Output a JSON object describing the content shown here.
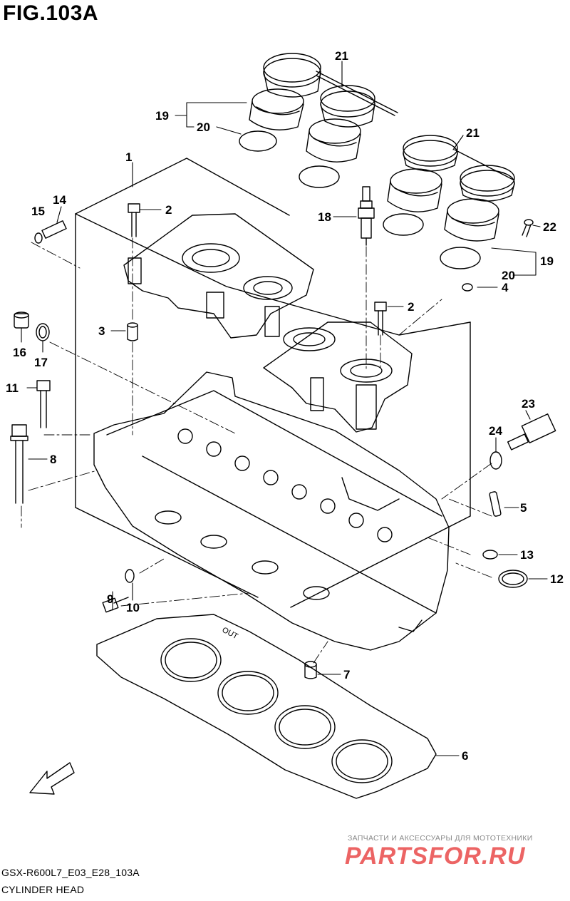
{
  "title": "FIG.103A",
  "part_labels": [
    "1",
    "2",
    "2",
    "3",
    "4",
    "5",
    "6",
    "7",
    "8",
    "9",
    "10",
    "11",
    "12",
    "13",
    "14",
    "15",
    "16",
    "17",
    "18",
    "19",
    "19",
    "20",
    "20",
    "21",
    "21",
    "22",
    "23",
    "24"
  ],
  "fwd_label": "FWD",
  "gasket_marking": "OUT",
  "watermark": {
    "tagline": "ЗАПЧАСТИ И АКСЕССУАРЫ ДЛЯ МОТОТЕХНИКИ",
    "logo": "PARTSFOR.RU"
  },
  "footer": {
    "diagram_code": "GSX-R600L7_E03_E28_103A",
    "diagram_name": "CYLINDER HEAD"
  }
}
